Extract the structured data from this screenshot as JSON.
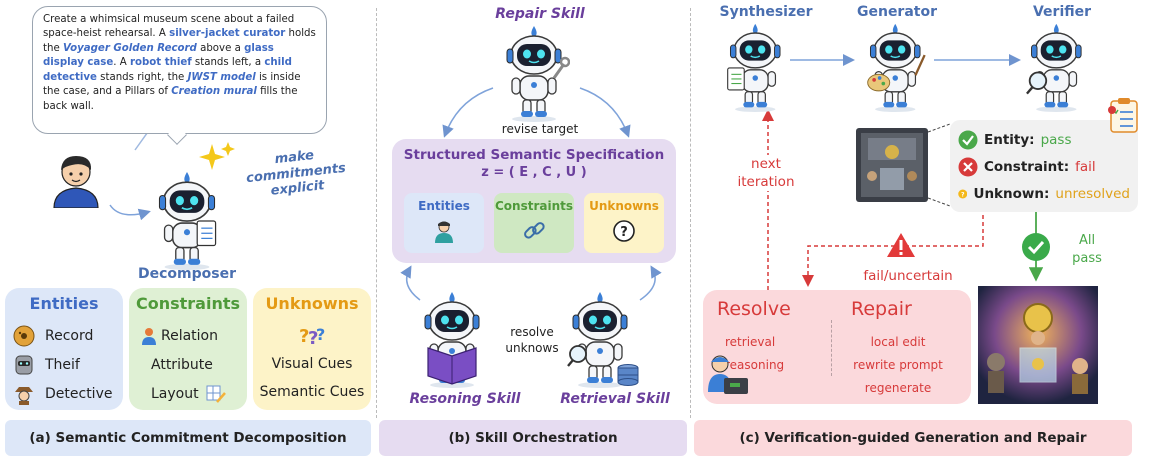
{
  "prompt_segments": [
    {
      "t": "Create a whimsical museum scene about a failed space-heist rehearsal. A ",
      "s": "plain"
    },
    {
      "t": "silver-jacket curator",
      "s": "bold"
    },
    {
      "t": " holds the ",
      "s": "plain"
    },
    {
      "t": "Voyager Golden Record",
      "s": "bi"
    },
    {
      "t": " above a ",
      "s": "plain"
    },
    {
      "t": "glass display case",
      "s": "bold"
    },
    {
      "t": ". A ",
      "s": "plain"
    },
    {
      "t": "robot thief",
      "s": "bold"
    },
    {
      "t": " stands left, a ",
      "s": "plain"
    },
    {
      "t": "child detective",
      "s": "bold"
    },
    {
      "t": " stands right, the ",
      "s": "plain"
    },
    {
      "t": "JWST model",
      "s": "bi"
    },
    {
      "t": " is inside the case, and a Pillars of ",
      "s": "plain"
    },
    {
      "t": "Creation mural",
      "s": "bi"
    },
    {
      "t": " fills the back wall.",
      "s": "plain"
    }
  ],
  "panel_a": {
    "make_commitments": [
      "make",
      "commitments",
      "explicit"
    ],
    "decomposer_label": "Decomposer",
    "entities": {
      "title": "Entities",
      "items": [
        "Record",
        "Theif",
        "Detective"
      ]
    },
    "constraints": {
      "title": "Constraints",
      "items": [
        "Relation",
        "Attribute",
        "Layout"
      ]
    },
    "unknowns": {
      "title": "Unknowns",
      "items": [
        "Visual Cues",
        "Semantic Cues"
      ]
    },
    "footer": "(a) Semantic Commitment Decomposition"
  },
  "panel_b": {
    "repair_skill": "Repair Skill",
    "revise_target": "revise target",
    "spec_title": "Structured Semantic Specification",
    "spec_formula": "z = ( E , C , U )",
    "entities": "Entities",
    "constraints": "Constraints",
    "unknowns": "Unknowns",
    "resolve_unknowns": [
      "resolve",
      "unknows"
    ],
    "reasoning_skill": "Resoning Skill",
    "retrieval_skill": "Retrieval Skill",
    "footer": "(b) Skill Orchestration"
  },
  "panel_c": {
    "synthesizer": "Synthesizer",
    "generator": "Generator",
    "verifier": "Verifier",
    "next_iteration": [
      "next",
      "iteration"
    ],
    "entity_label": "Entity:",
    "entity_value": "pass",
    "constraint_label": "Constraint:",
    "constraint_value": "fail",
    "unknown_label": "Unknown:",
    "unknown_value": "unresolved",
    "fail_uncertain": "fail/uncertain",
    "all_pass": [
      "All",
      "pass"
    ],
    "resolve_title": "Resolve",
    "resolve_items": [
      "retrieval",
      "reasoning"
    ],
    "repair_title": "Repair",
    "repair_items": [
      "local edit",
      "rewrite prompt",
      "regenerate"
    ],
    "footer": "(c) Verification-guided Generation and Repair"
  }
}
